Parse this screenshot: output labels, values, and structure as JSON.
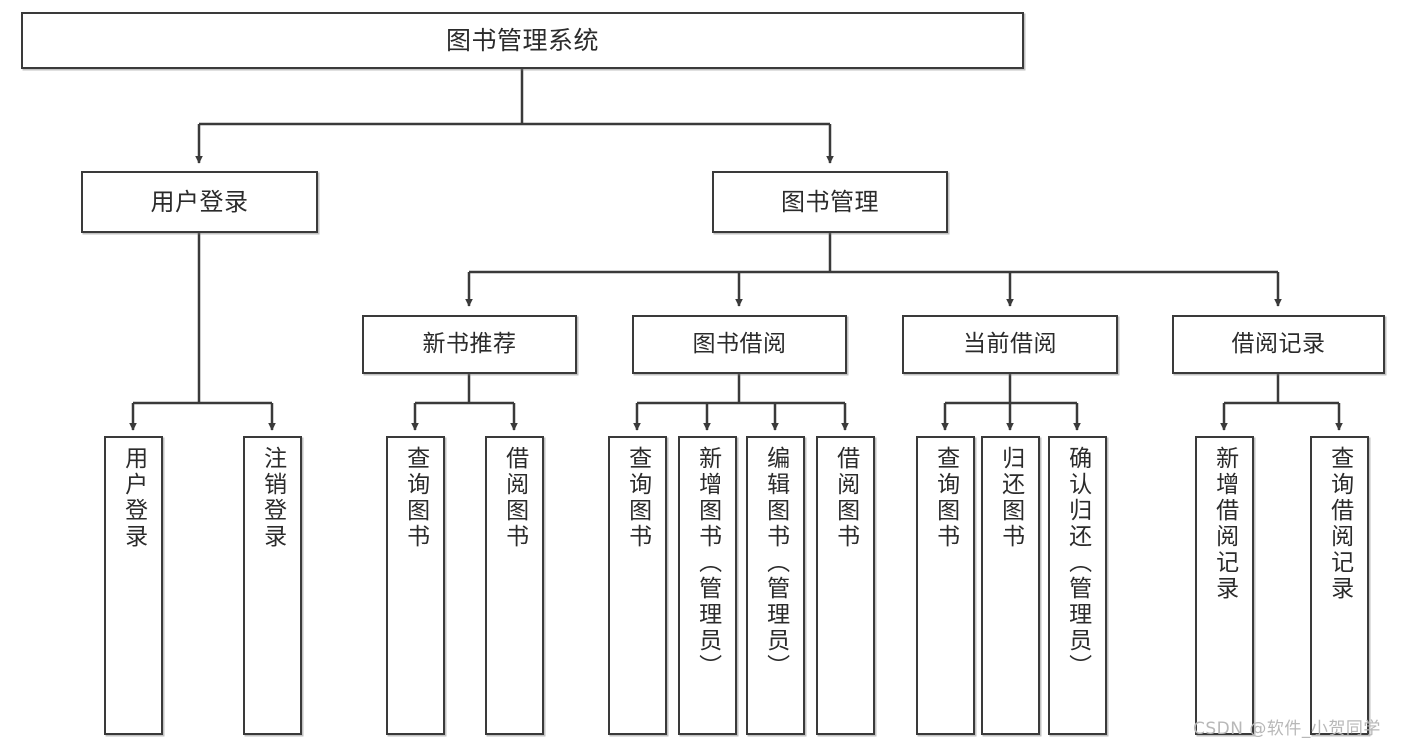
{
  "diagram": {
    "type": "tree-hierarchy-chart",
    "title": "图书管理系统",
    "stroke_color": "#3a3a3a",
    "text_color": "#2b2b2b",
    "background_color": "#ffffff",
    "watermark": "CSDN @软件_小贺同学",
    "levels": {
      "level1": [
        {
          "id": "root",
          "label": "图书管理系统"
        }
      ],
      "level2": [
        {
          "id": "user-login",
          "label": "用户登录",
          "parent": "root"
        },
        {
          "id": "book-manage",
          "label": "图书管理",
          "parent": "root"
        }
      ],
      "level3": [
        {
          "id": "new-book-rec",
          "label": "新书推荐",
          "parent": "book-manage"
        },
        {
          "id": "book-borrow",
          "label": "图书借阅",
          "parent": "book-manage"
        },
        {
          "id": "current-borrow",
          "label": "当前借阅",
          "parent": "book-manage"
        },
        {
          "id": "borrow-record",
          "label": "借阅记录",
          "parent": "book-manage"
        }
      ],
      "level4": [
        {
          "id": "leaf-user-login",
          "label": "用户登录",
          "parent": "user-login"
        },
        {
          "id": "leaf-user-logout",
          "label": "注销登录",
          "parent": "user-login"
        },
        {
          "id": "leaf-rec-query",
          "label": "查询图书",
          "parent": "new-book-rec"
        },
        {
          "id": "leaf-rec-borrow",
          "label": "借阅图书",
          "parent": "new-book-rec"
        },
        {
          "id": "leaf-borrow-query",
          "label": "查询图书",
          "parent": "book-borrow"
        },
        {
          "id": "leaf-borrow-add",
          "label": "新增图书（管理员）",
          "parent": "book-borrow"
        },
        {
          "id": "leaf-borrow-edit",
          "label": "编辑图书（管理员）",
          "parent": "book-borrow"
        },
        {
          "id": "leaf-borrow-lend",
          "label": "借阅图书",
          "parent": "book-borrow"
        },
        {
          "id": "leaf-current-query",
          "label": "查询图书",
          "parent": "current-borrow"
        },
        {
          "id": "leaf-current-return",
          "label": "归还图书",
          "parent": "current-borrow"
        },
        {
          "id": "leaf-current-confirm",
          "label": "确认归还（管理员）",
          "parent": "current-borrow"
        },
        {
          "id": "leaf-record-add",
          "label": "新增借阅记录",
          "parent": "borrow-record"
        },
        {
          "id": "leaf-record-query",
          "label": "查询借阅记录",
          "parent": "borrow-record"
        }
      ]
    }
  }
}
